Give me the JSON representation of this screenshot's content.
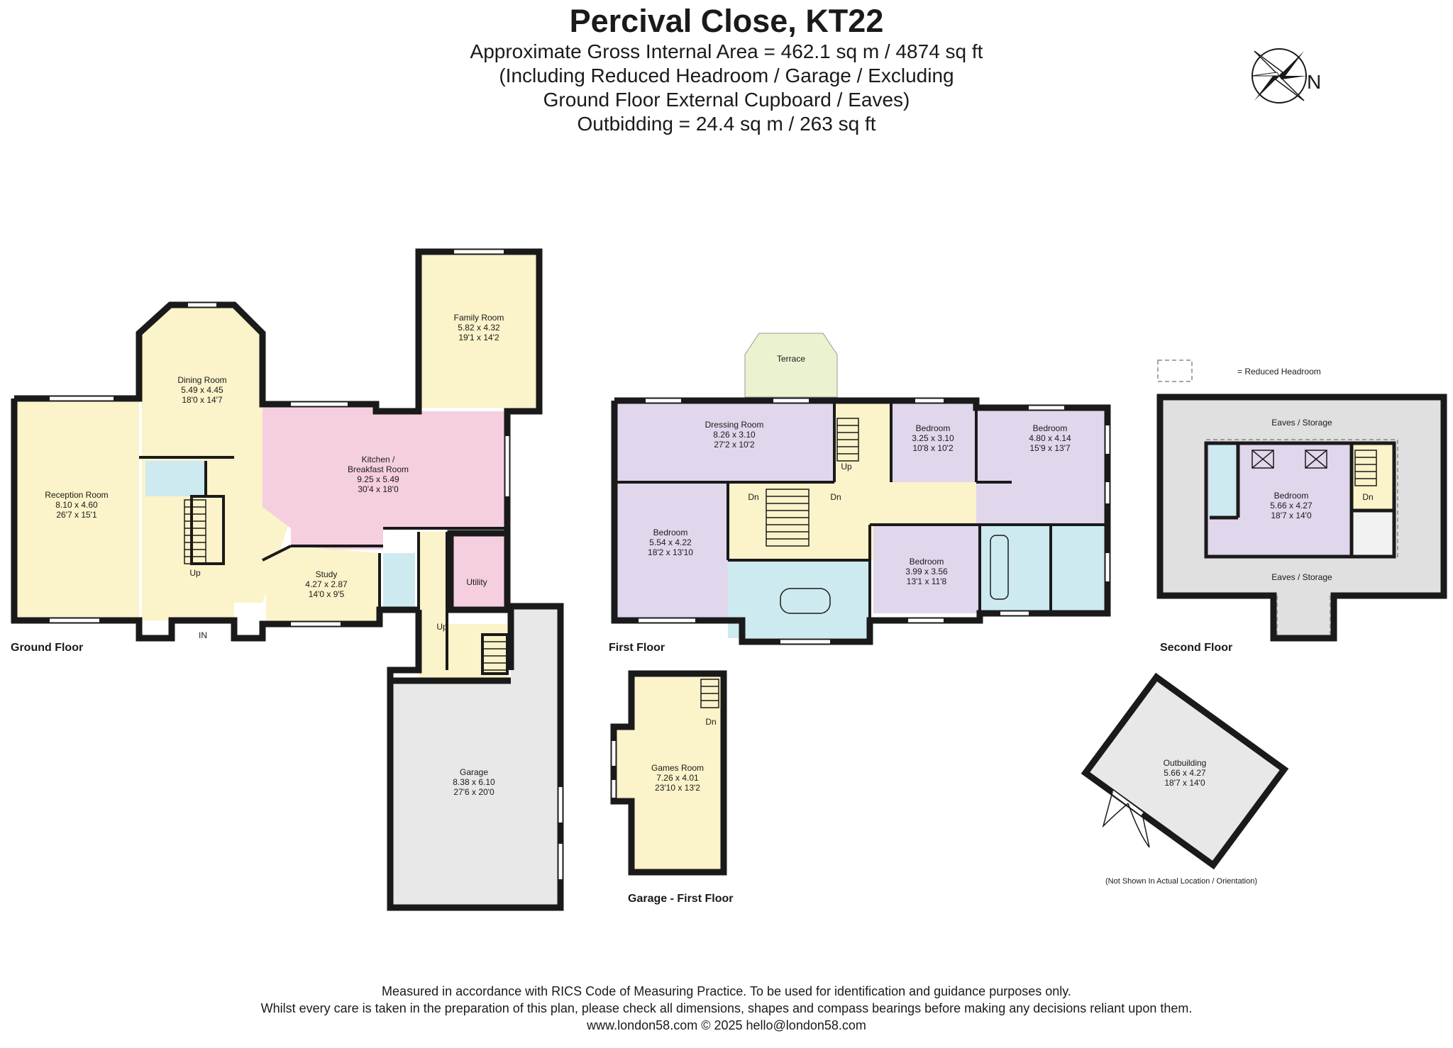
{
  "header": {
    "title": "Percival Close, KT22",
    "line1": "Approximate Gross Internal Area = 462.1 sq m / 4874 sq ft",
    "line2": "(Including Reduced Headroom / Garage / Excluding",
    "line3": "Ground Floor External Cupboard / Eaves)",
    "line4": "Outbidding = 24.4 sq m / 263 sq ft"
  },
  "compass": {
    "north_label": "N",
    "icon": "compass-rose-icon"
  },
  "legend": {
    "reduced_headroom": "= Reduced Headroom"
  },
  "colors": {
    "wall": "#1a1a1a",
    "reception": "#fbf3c9",
    "kitchen": "#f5cfe0",
    "bedroom": "#e0d7ec",
    "bathroom": "#cdeaf0",
    "garage": "#e8e8e8",
    "terrace": "#eaf2cf"
  },
  "floors": {
    "ground": "Ground Floor",
    "first": "First Floor",
    "second": "Second Floor",
    "garage_first": "Garage - First Floor"
  },
  "rooms": {
    "reception": {
      "name": "Reception Room",
      "metric": "8.10 x 4.60",
      "imperial": "26'7 x 15'1"
    },
    "dining": {
      "name": "Dining Room",
      "metric": "5.49 x 4.45",
      "imperial": "18'0 x 14'7"
    },
    "family": {
      "name": "Family Room",
      "metric": "5.82 x 4.32",
      "imperial": "19'1 x 14'2"
    },
    "kitchen": {
      "name1": "Kitchen /",
      "name2": "Breakfast Room",
      "metric": "9.25 x 5.49",
      "imperial": "30'4 x 18'0"
    },
    "study": {
      "name": "Study",
      "metric": "4.27 x 2.87",
      "imperial": "14'0 x 9'5"
    },
    "utility": {
      "name": "Utility"
    },
    "garage": {
      "name": "Garage",
      "metric": "8.38 x 6.10",
      "imperial": "27'6 x 20'0"
    },
    "terrace": {
      "name": "Terrace"
    },
    "dressing": {
      "name": "Dressing Room",
      "metric": "8.26 x 3.10",
      "imperial": "27'2 x 10'2"
    },
    "bed1": {
      "name": "Bedroom",
      "metric": "5.54 x 4.22",
      "imperial": "18'2 x 13'10"
    },
    "bed2": {
      "name": "Bedroom",
      "metric": "3.25 x 3.10",
      "imperial": "10'8 x 10'2"
    },
    "bed3": {
      "name": "Bedroom",
      "metric": "4.80 x 4.14",
      "imperial": "15'9 x 13'7"
    },
    "bed4": {
      "name": "Bedroom",
      "metric": "3.99 x 3.56",
      "imperial": "13'1 x 11'8"
    },
    "bed5": {
      "name": "Bedroom",
      "metric": "5.66 x 4.27",
      "imperial": "18'7 x 14'0"
    },
    "games": {
      "name": "Games Room",
      "metric": "7.26 x 4.01",
      "imperial": "23'10 x 13'2"
    },
    "outbuilding": {
      "name": "Outbuilding",
      "metric": "5.66 x 4.27",
      "imperial": "18'7 x 14'0"
    }
  },
  "labels": {
    "up": "Up",
    "dn": "Dn",
    "in": "IN",
    "eaves": "Eaves / Storage",
    "not_shown": "(Not Shown In Actual Location / Orientation)"
  },
  "footer": {
    "line1": "Measured in accordance with RICS Code of Measuring Practice. To be used for identification and guidance purposes only.",
    "line2": "Whilst every care is taken in the preparation of this plan, please check all dimensions, shapes and compass bearings before making any decisions reliant upon them.",
    "line3": "www.london58.com © 2025 hello@london58.com"
  }
}
